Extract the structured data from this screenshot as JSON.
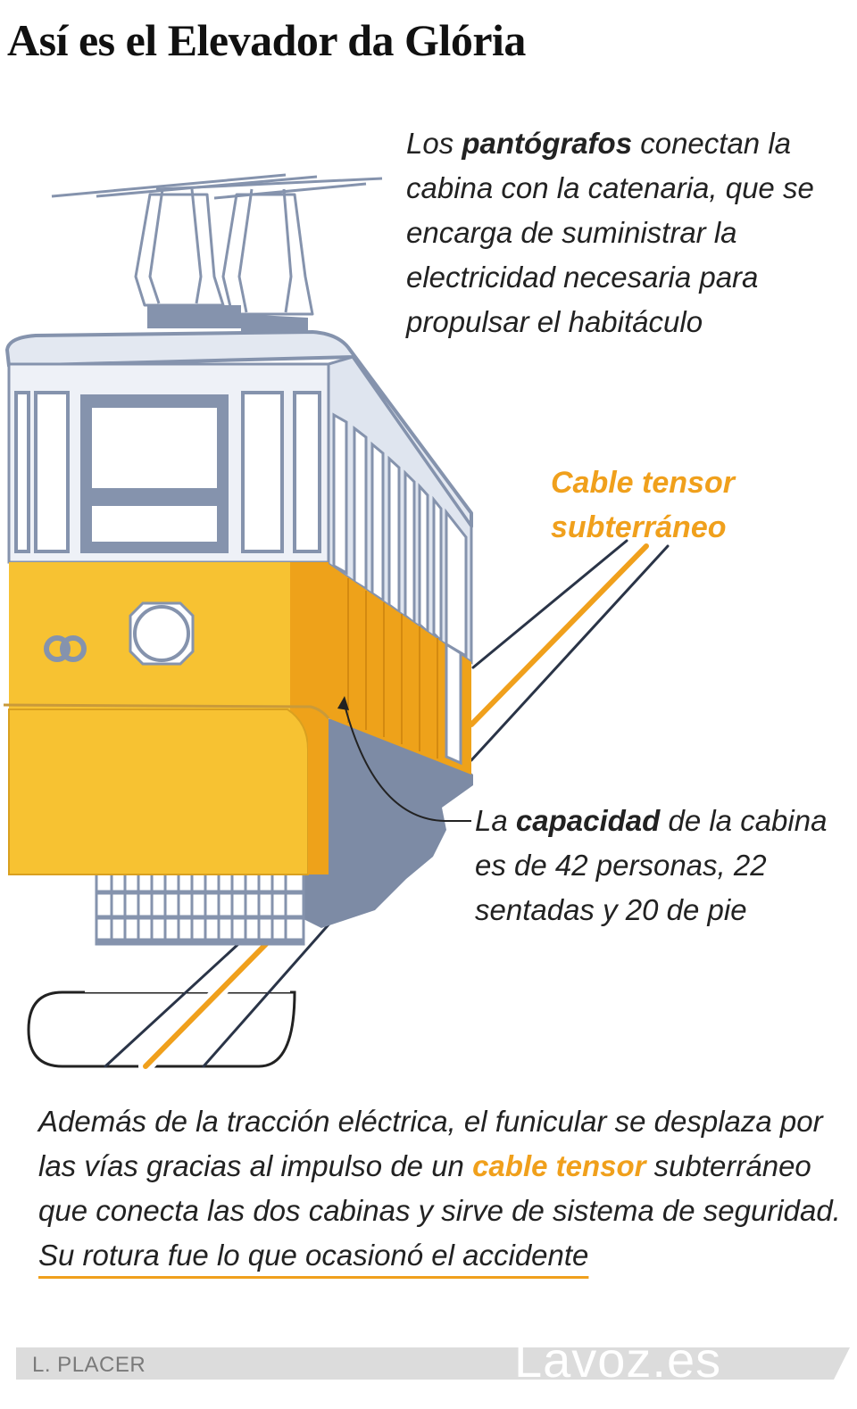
{
  "title": "Así es el Elevador da Glória",
  "annotations": {
    "pantografos": {
      "pre": "Los ",
      "bold": "pantógrafos",
      "post": " conectan la cabina con la catenaria, que se encarga de suministrar la electricidad necesaria para propulsar el habitáculo"
    },
    "cable": "Cable tensor subterráneo",
    "capacidad": {
      "pre": "La ",
      "bold": "capacidad",
      "post": " de la cabina es de 42 personas, 22 sentadas y 20 de pie"
    }
  },
  "bottom_text": {
    "part1": "Además de la tracción eléctrica, el funicular se desplaza por las vías gracias al impulso de un ",
    "highlight": "cable tensor",
    "part2": " subterráneo que conecta las dos cabinas y sirve de sistema de seguridad. ",
    "underlined": "Su rotura fue lo que ocasionó el accidente"
  },
  "footer": {
    "credit": "L. PLACER",
    "brand": "Lavoz.es"
  },
  "colors": {
    "cabin_yellow": "#f7c232",
    "cabin_orange": "#eea21a",
    "accent_orange": "#f0a01c",
    "body_blue_grey": "#8593ad",
    "roof_light": "#e3e8f1"
  }
}
